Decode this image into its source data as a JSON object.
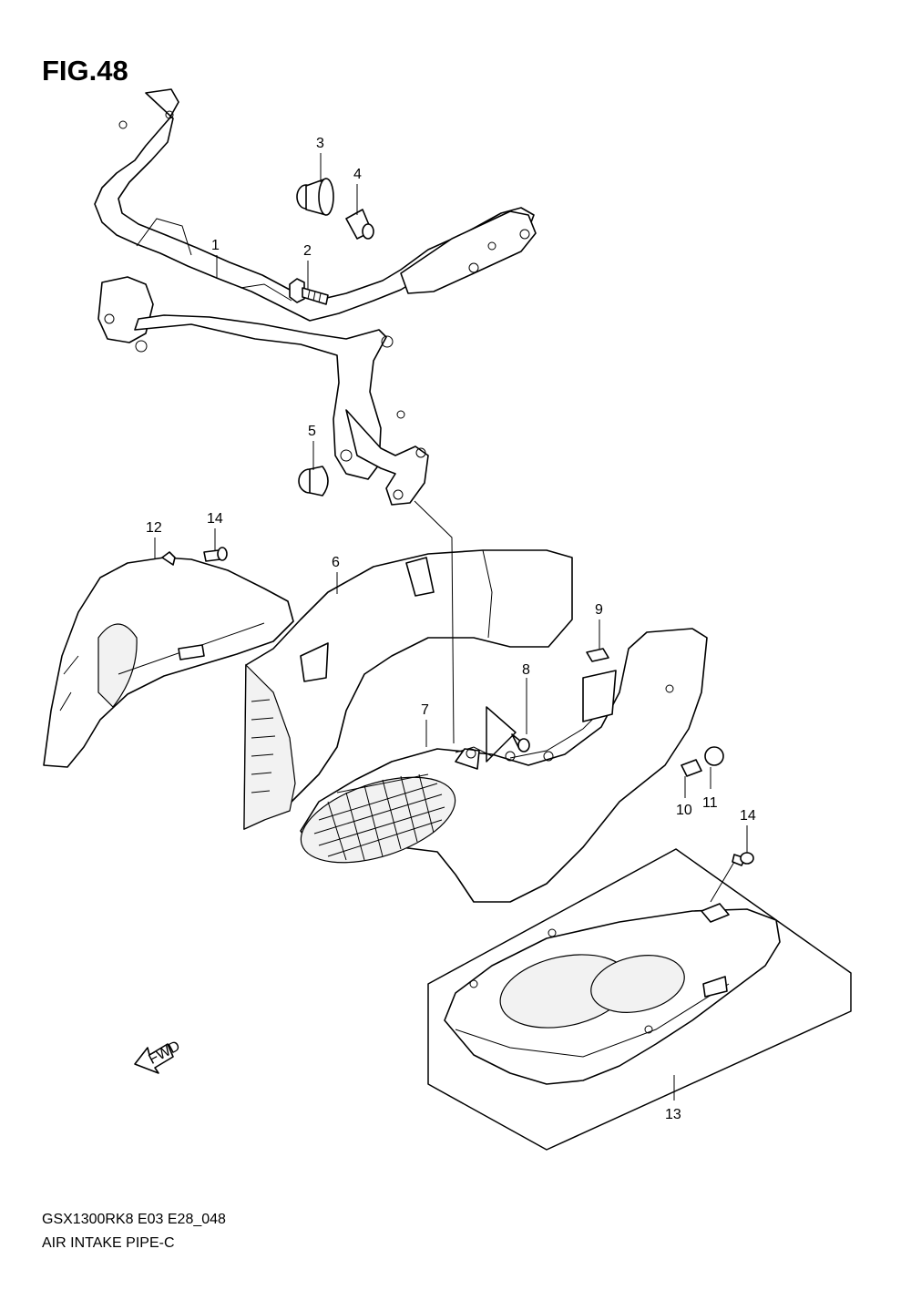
{
  "figure": {
    "title": "FIG.48"
  },
  "footer": {
    "code": "GSX1300RK8 E03 E28_048",
    "name": "AIR INTAKE PIPE-C"
  },
  "fwd_arrow": {
    "label": "FWD"
  },
  "callouts": [
    {
      "id": "c1",
      "label": "1"
    },
    {
      "id": "c2",
      "label": "2"
    },
    {
      "id": "c3",
      "label": "3"
    },
    {
      "id": "c4",
      "label": "4"
    },
    {
      "id": "c5",
      "label": "5"
    },
    {
      "id": "c6",
      "label": "6"
    },
    {
      "id": "c7",
      "label": "7"
    },
    {
      "id": "c8",
      "label": "8"
    },
    {
      "id": "c9",
      "label": "9"
    },
    {
      "id": "c10",
      "label": "10"
    },
    {
      "id": "c11",
      "label": "11"
    },
    {
      "id": "c12",
      "label": "12"
    },
    {
      "id": "c13",
      "label": "13"
    },
    {
      "id": "c14a",
      "label": "14"
    },
    {
      "id": "c14b",
      "label": "14"
    }
  ]
}
